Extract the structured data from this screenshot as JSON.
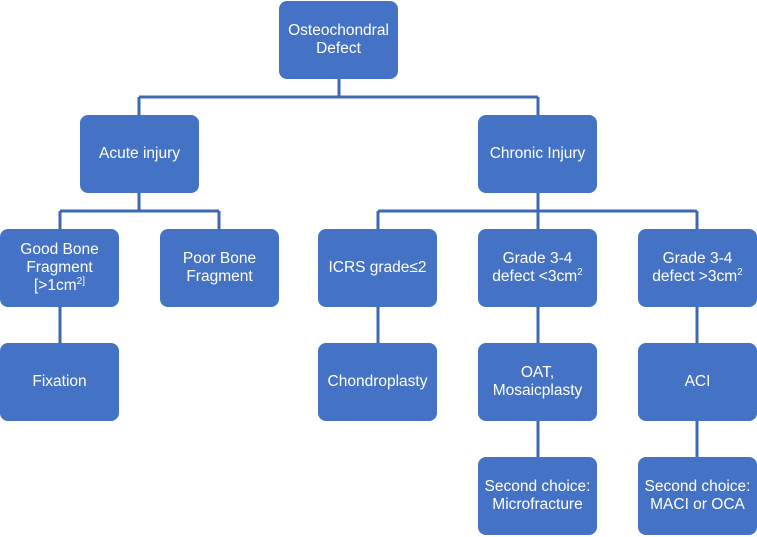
{
  "colors": {
    "node": "#4472c4",
    "line": "#3f68b3",
    "text": "#ffffff"
  },
  "nodes": {
    "root": {
      "l1": "Osteochondral",
      "l2": "Defect"
    },
    "acute": {
      "l1": "Acute injury"
    },
    "chronic": {
      "l1": "Chronic Injury"
    },
    "good_bone": {
      "l1": "Good Bone",
      "l2": "Fragment",
      "l3": "[>1cm",
      "sup": "2]"
    },
    "poor_bone": {
      "l1": "Poor Bone",
      "l2": "Fragment"
    },
    "icrs": {
      "l1": "ICRS grade≤2"
    },
    "grade_small": {
      "l1": "Grade 3-4",
      "l2": "defect <3cm",
      "sup": "2"
    },
    "grade_large": {
      "l1": "Grade 3-4",
      "l2": "defect >3cm",
      "sup": "2"
    },
    "fixation": {
      "l1": "Fixation"
    },
    "chondroplasty": {
      "l1": "Chondroplasty"
    },
    "oat": {
      "l1": "OAT,",
      "l2": "Mosaicplasty"
    },
    "aci": {
      "l1": "ACI"
    },
    "second_micro": {
      "l1": "Second choice:",
      "l2": "Microfracture"
    },
    "second_maci": {
      "l1": "Second choice:",
      "l2": "MACI or OCA"
    }
  }
}
